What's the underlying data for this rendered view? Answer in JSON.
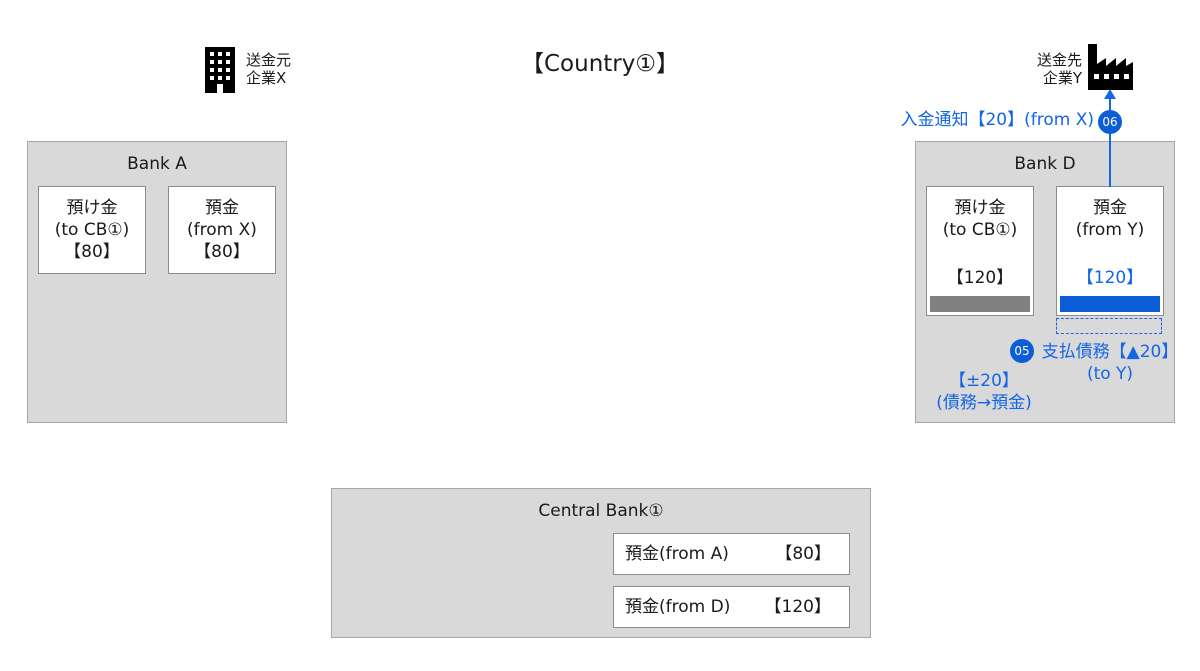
{
  "title": "【Country①】",
  "sender": {
    "line1": "送金元",
    "line2": "企業X",
    "icon": "office-building-icon"
  },
  "receiver": {
    "line1": "送金先",
    "line2": "企業Y",
    "icon": "factory-icon"
  },
  "bank_a": {
    "name": "Bank A",
    "accounts": [
      {
        "line1": "預け金",
        "line2": "(to CB①)",
        "amount": "【80】"
      },
      {
        "line1": "預金",
        "line2": "(from X)",
        "amount": "【80】"
      }
    ]
  },
  "bank_d": {
    "name": "Bank D",
    "accounts": [
      {
        "line1": "預け金",
        "line2": "(to CB①)",
        "amount": "【120】",
        "bar_color": "#808080"
      },
      {
        "line1": "預金",
        "line2": "(from Y)",
        "amount": "【120】",
        "bar_color": "#0b5ed7"
      }
    ]
  },
  "notification": {
    "text": "入金通知【20】(from X)",
    "step": "06"
  },
  "payable": {
    "line1": "支払債務【▲20】",
    "line2": "(to Y)"
  },
  "conversion": {
    "step": "05",
    "line1": "【±20】",
    "line2": "(債務→預金)"
  },
  "central_bank": {
    "name": "Central Bank①",
    "rows": [
      {
        "name": "預金(from A)",
        "amount": "【80】"
      },
      {
        "name": "預金(from D)",
        "amount": "【120】"
      }
    ]
  },
  "colors": {
    "accent": "#0b5ed7",
    "blue_text": "#1466e6",
    "panel": "#d9d9d9",
    "bar_grey": "#808080"
  }
}
